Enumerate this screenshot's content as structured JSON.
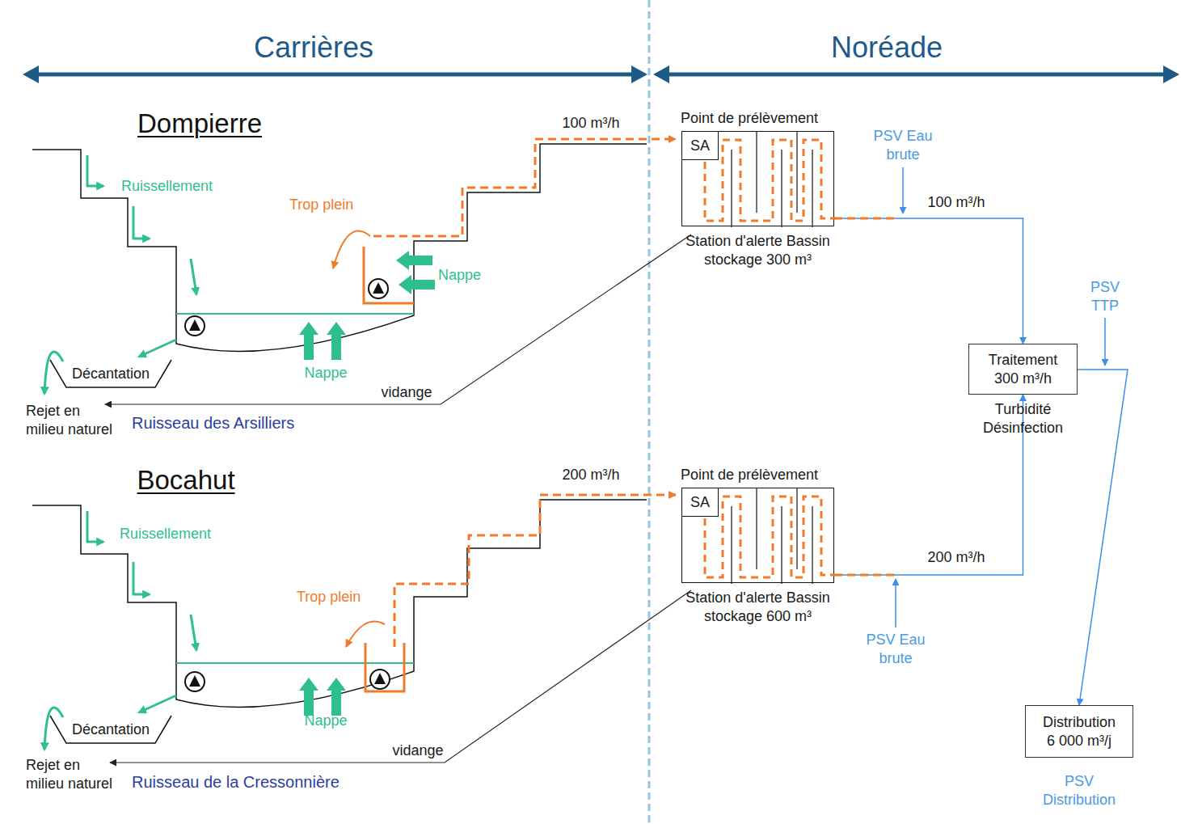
{
  "diagram": {
    "nodes": [
      {
        "text": [
          "Décantation"
        ]
      },
      {
        "text": [
          "Point de prélèvement",
          "Station d'alerte Bassin stockage 300 m³"
        ]
      },
      {
        "text": [
          "SA"
        ],
        "in": 1
      },
      {
        "text": [
          "Traitement 300 m³/h",
          "Turbidité Désinfection"
        ]
      },
      {
        "text": [
          "Décantation"
        ]
      },
      {
        "text": [
          "Point de prélèvement",
          "Station d'alerte Bassin stockage 600 m³"
        ]
      },
      {
        "text": [
          "SA"
        ],
        "in": 5
      },
      {
        "text": [
          "Distribution 6 000 m³/j"
        ]
      }
    ],
    "edges": [
      {
        "from": 1,
        "to": 3,
        "arrow": "to",
        "label": "100 m³/h"
      },
      {
        "from": 5,
        "to": 3,
        "arrow": "to",
        "label": "200 m³/h"
      },
      {
        "from": 3,
        "to": 7,
        "arrow": "to"
      }
    ],
    "labels": [
      "Carrières",
      "Noréade",
      "Dompierre",
      "Ruissellement",
      "Trop plein",
      "Nappe",
      "Nappe",
      "100 m³/h",
      "vidange",
      "Rejet en milieu naturel",
      "Ruisseau des Arsilliers",
      "PSV Eau brute",
      "PSV TTP",
      "Bocahut",
      "Ruissellement",
      "Trop plein",
      "Nappe",
      "200 m³/h",
      "vidange",
      "Rejet en milieu naturel",
      "Ruisseau de la Cressonnière",
      "PSV Eau brute",
      "PSV Distribution"
    ]
  }
}
